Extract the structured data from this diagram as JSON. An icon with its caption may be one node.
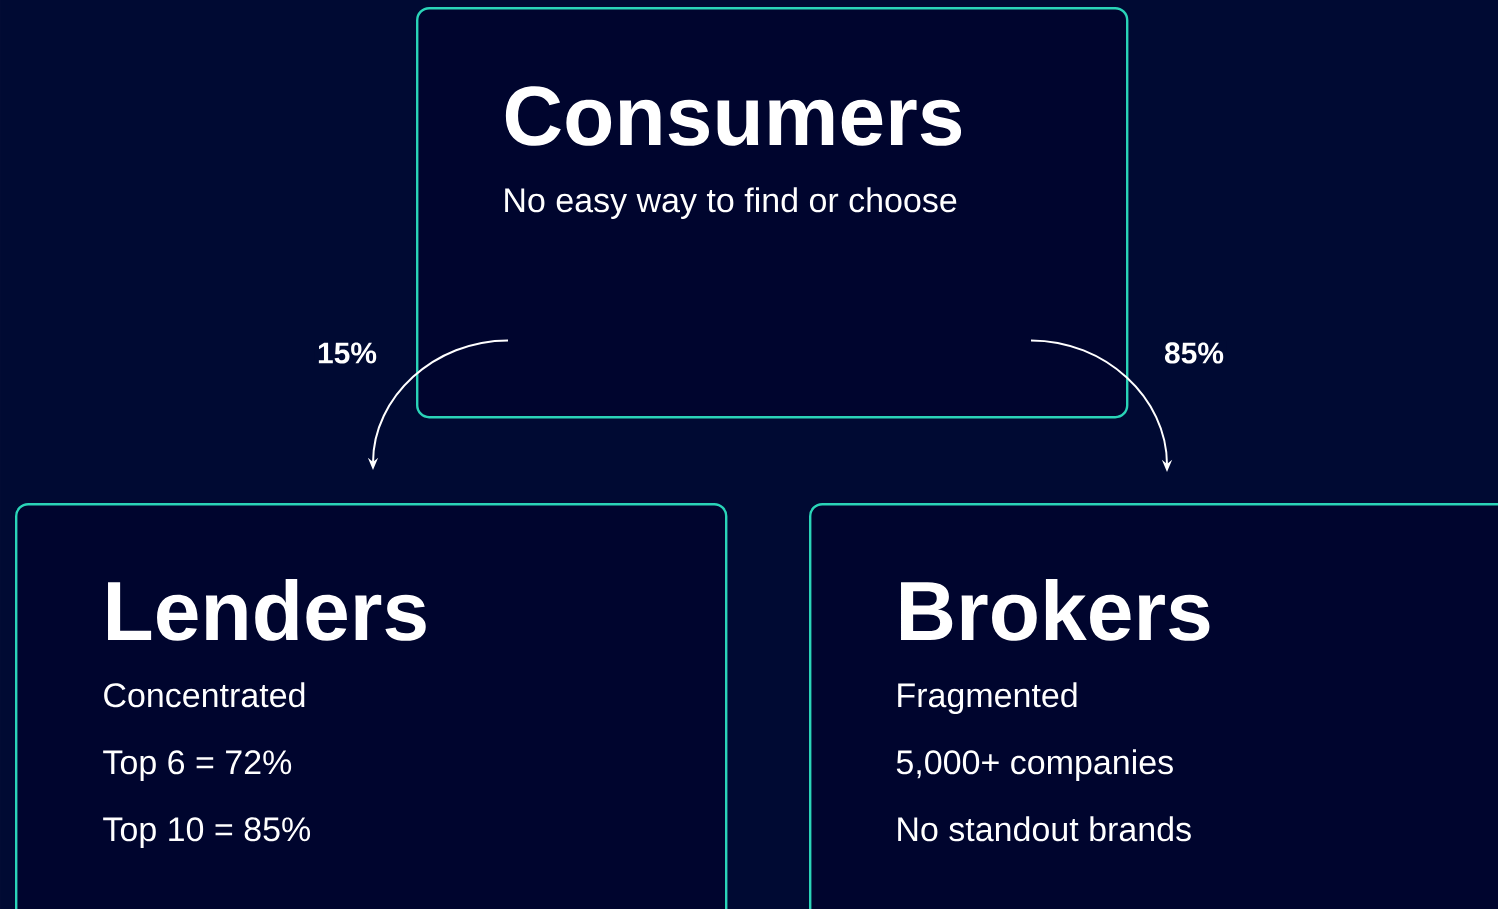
{
  "diagram": {
    "nodes": [
      {
        "text": [
          "Consumers",
          "No easy way to find or choose"
        ]
      },
      {
        "text": [
          "Lenders",
          "Concentrated",
          "Top 6 = 72%",
          "Top 10 = 85%"
        ]
      },
      {
        "text": [
          "Brokers",
          "Fragmented",
          "5,000+ companies",
          "No standout brands"
        ]
      }
    ],
    "edges": [
      {
        "from": 0,
        "to": 1,
        "arrow": "to",
        "label": "15%"
      },
      {
        "from": 0,
        "to": 2,
        "arrow": "to",
        "label": "85%"
      }
    ]
  }
}
